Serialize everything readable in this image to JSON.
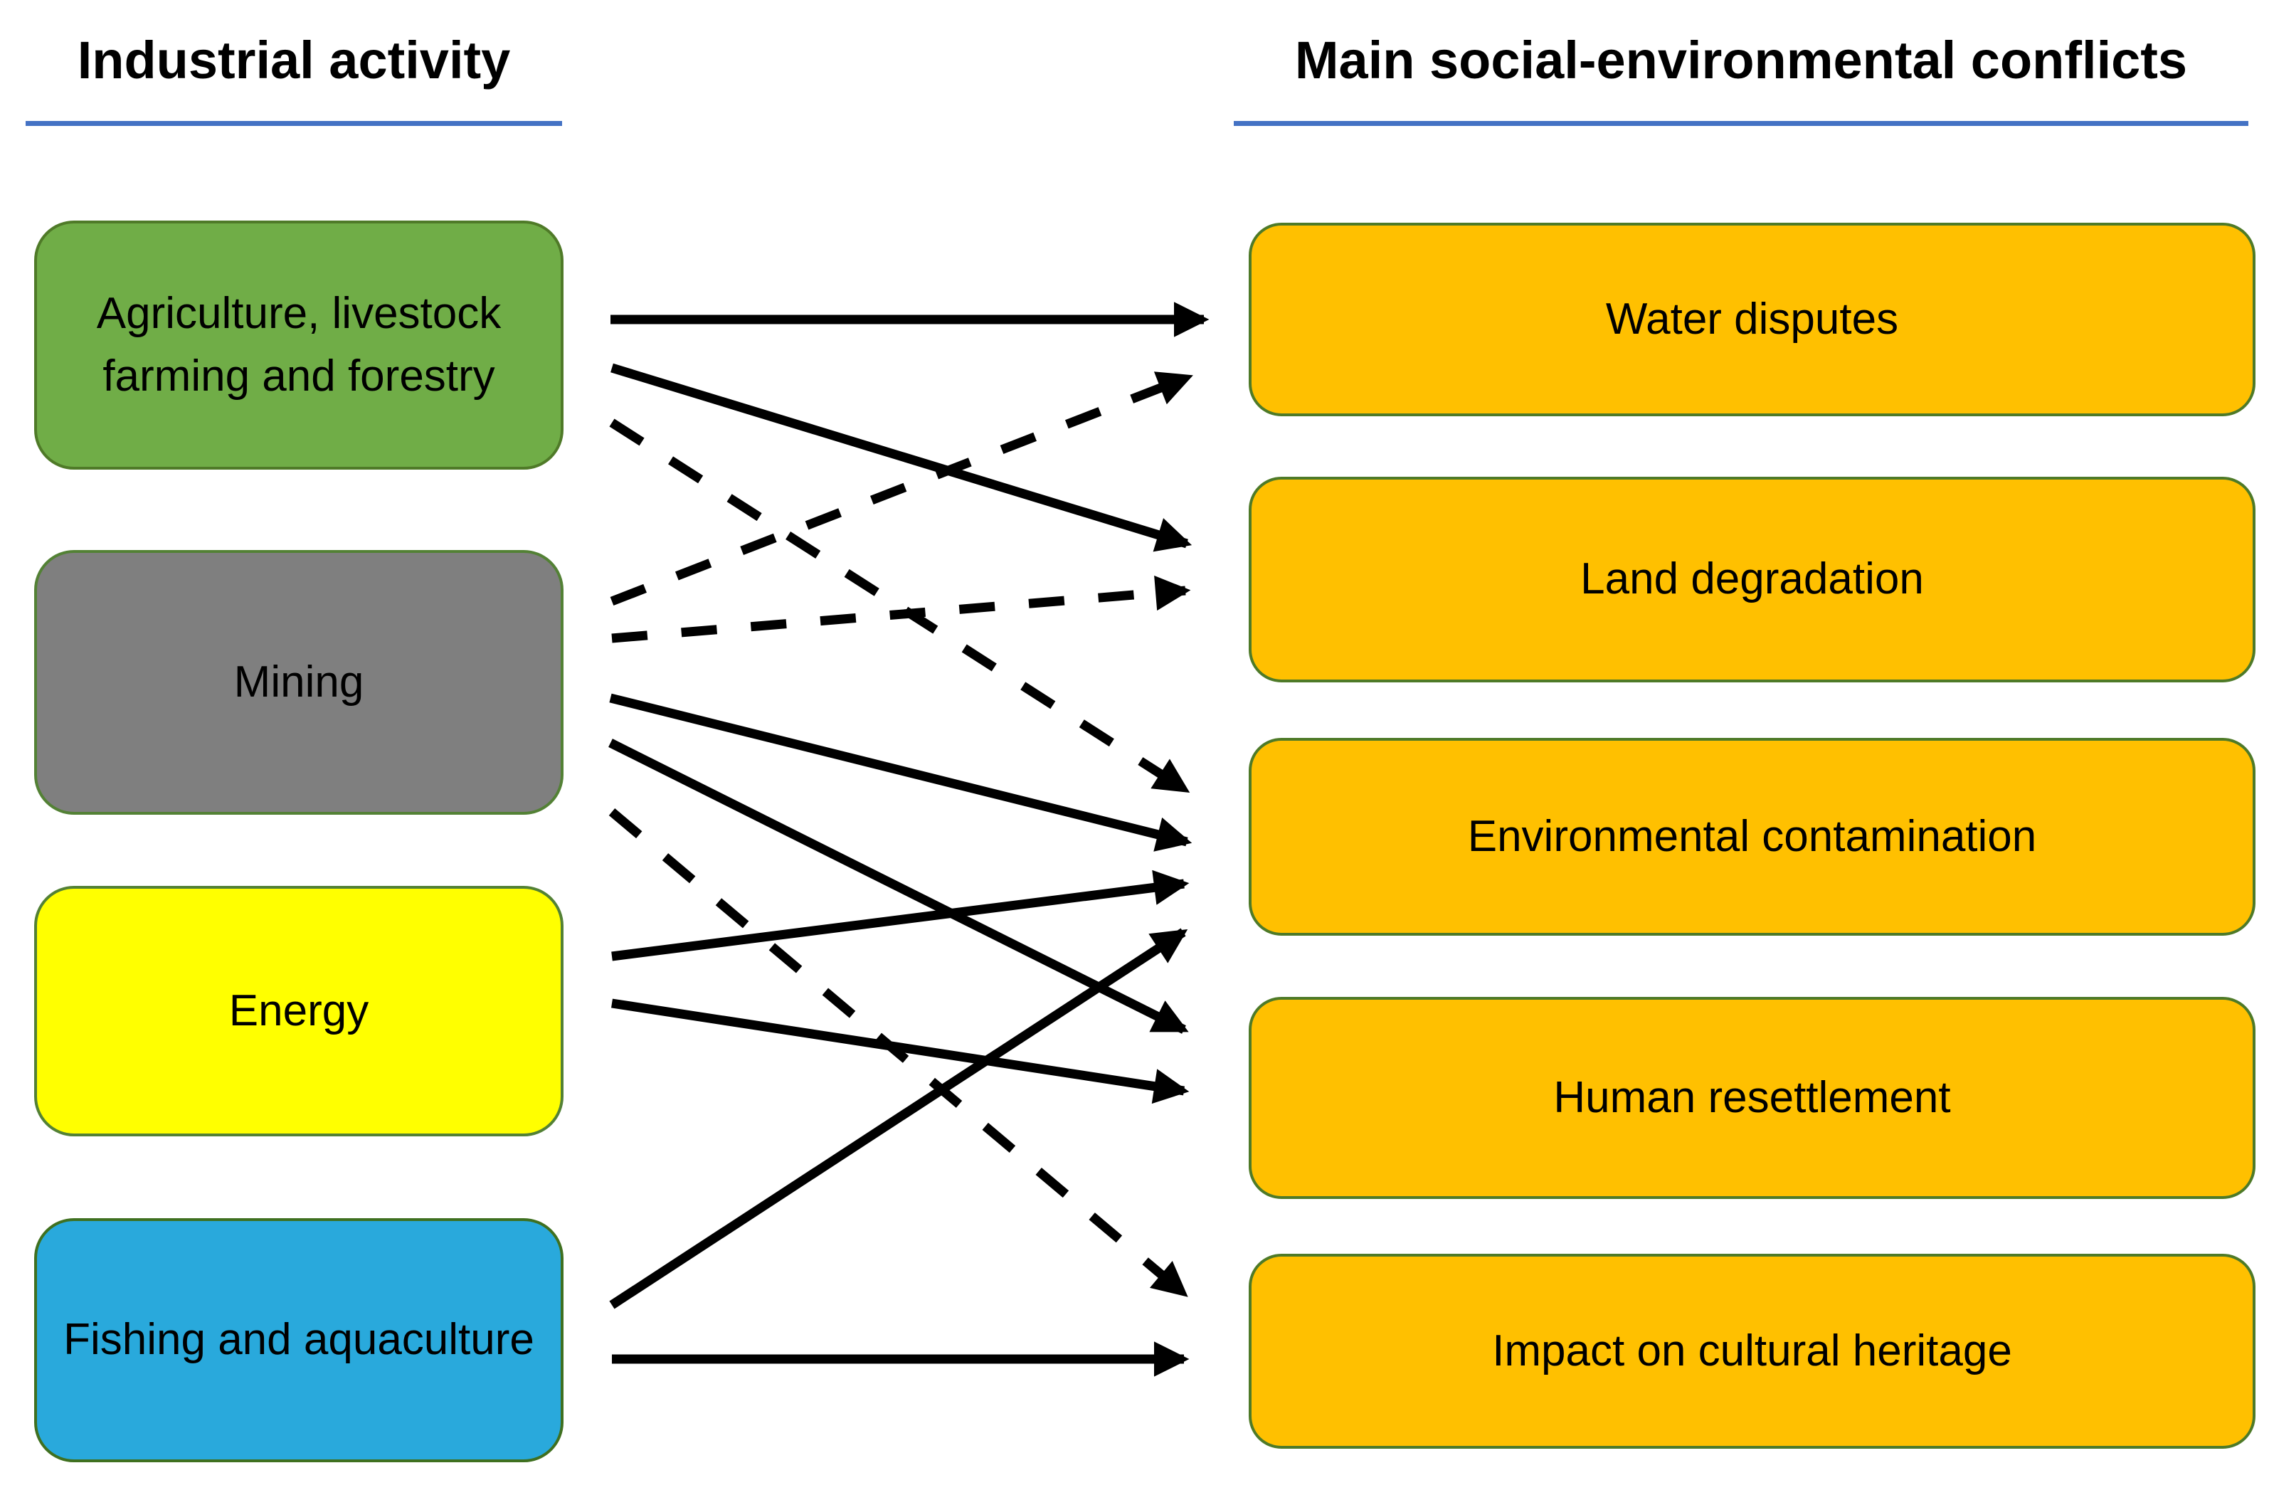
{
  "titles": {
    "left": "Industrial activity",
    "right": "Main social-environmental conflicts"
  },
  "activities": [
    {
      "id": "agriculture",
      "label": "Agriculture, livestock farming and forestry",
      "fill": "#70AD47",
      "border": "#4F7A28"
    },
    {
      "id": "mining",
      "label": "Mining",
      "fill": "#7F7F7F",
      "border": "#538135"
    },
    {
      "id": "energy",
      "label": "Energy",
      "fill": "#FFFF00",
      "border": "#538135"
    },
    {
      "id": "fishing",
      "label": "Fishing and aquaculture",
      "fill": "#29A9DC",
      "border": "#3F7020"
    }
  ],
  "conflicts": [
    {
      "id": "water_disputes",
      "label": "Water disputes"
    },
    {
      "id": "land_degradation",
      "label": "Land degradation"
    },
    {
      "id": "environmental_contamination",
      "label": "Environmental contamination"
    },
    {
      "id": "human_resettlement",
      "label": "Human resettlement"
    },
    {
      "id": "impact_cultural_heritage",
      "label": "Impact on cultural heritage"
    }
  ],
  "conflict_style": {
    "fill": "#FFC000",
    "border": "#4E7A28"
  },
  "edges": [
    {
      "from": "agriculture",
      "to": "water_disputes",
      "style": "solid"
    },
    {
      "from": "agriculture",
      "to": "land_degradation",
      "style": "solid"
    },
    {
      "from": "agriculture",
      "to": "environmental_contamination",
      "style": "dashed"
    },
    {
      "from": "mining",
      "to": "water_disputes",
      "style": "dashed"
    },
    {
      "from": "mining",
      "to": "land_degradation",
      "style": "dashed"
    },
    {
      "from": "mining",
      "to": "environmental_contamination",
      "style": "solid"
    },
    {
      "from": "mining",
      "to": "human_resettlement",
      "style": "solid"
    },
    {
      "from": "mining",
      "to": "impact_cultural_heritage",
      "style": "dashed"
    },
    {
      "from": "energy",
      "to": "environmental_contamination",
      "style": "solid"
    },
    {
      "from": "energy",
      "to": "human_resettlement",
      "style": "solid"
    },
    {
      "from": "fishing",
      "to": "environmental_contamination",
      "style": "solid"
    },
    {
      "from": "fishing",
      "to": "impact_cultural_heritage",
      "style": "solid"
    }
  ],
  "colors": {
    "title_underline": "#4472C4",
    "arrow": "#000000",
    "text": "#000000"
  }
}
